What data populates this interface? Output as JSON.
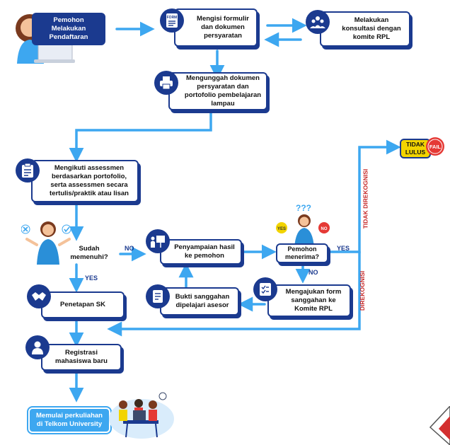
{
  "nodes": {
    "pemohon": "Pemohon Melakukan Pendaftaran",
    "mengisi": "Mengisi formulir dan dokumen persyaratan",
    "konsultasi": "Melakukan konsultasi dengan komite RPL",
    "mengunggah": "Mengunggah dokumen persyaratan dan portofolio pembelajaran lampau",
    "assessmen": "Mengikuti assessmen berdasarkan portofolio, serta assessmen secara tertulis/praktik atau lisan",
    "sudah": "Sudah memenuhi?",
    "penyampaian": "Penyampaian hasil ke pemohon",
    "pemohon_menerima": "Pemohon menerima?",
    "tidak_lulus": "TIDAK LULUS",
    "mengajukan": "Mengajukan form sanggahan ke Komite RPL",
    "bukti": "Bukti sanggahan dipelajari asesor",
    "penetapan": "Penetapan SK",
    "registrasi": "Registrasi mahasiswa baru",
    "memulai": "Memulai perkuliahan di Telkom University"
  },
  "edge_labels": {
    "no1": "NO",
    "yes1": "YES",
    "yes2": "YES",
    "no2": "NO",
    "tidak_direkognisi": "TIDAK DIREKOGNISI",
    "direkognisi": "DIREKOGNISI"
  },
  "badges": {
    "fail": "FAIL",
    "form": "FORM",
    "yes_bubble": "YES",
    "no_bubble": "NO",
    "question": "???"
  },
  "colors": {
    "navy": "#1b3a8f",
    "arrow": "#3da7f0",
    "red": "#c62828",
    "yellow": "#f2d400"
  }
}
